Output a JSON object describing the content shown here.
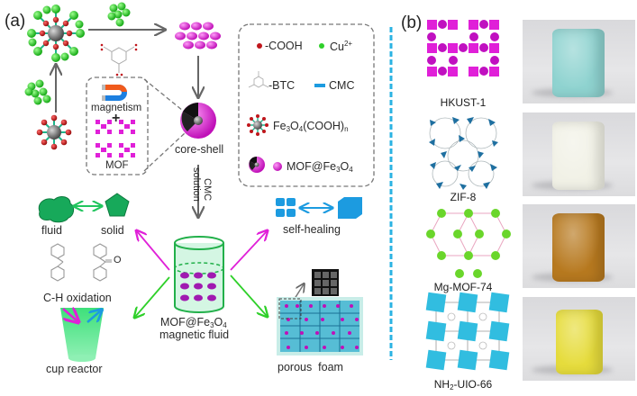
{
  "panel_a": {
    "tag": "(a)",
    "labels": {
      "magnetism": "magnetism",
      "plus": "+",
      "mof": "MOF",
      "core_shell": "core-shell",
      "cmc_solution_line1": "CMC",
      "cmc_solution_line2": "solution",
      "fluid": "fluid",
      "solid": "solid",
      "ch_oxidation": "C-H oxidation",
      "cup_reactor": "cup reactor",
      "magnetic_fluid_line1": "MOF@Fe3O4",
      "magnetic_fluid_line2": "magnetic fluid",
      "self_healing": "self-healing",
      "porous_foam": "porous  foam",
      "carbonyl_o": "O"
    },
    "legend": {
      "items": [
        {
          "symbol": "red-dot",
          "label": "-COOH"
        },
        {
          "symbol": "green-dot",
          "label": "Cu2+"
        },
        {
          "symbol": "btc-molecule",
          "label": "-BTC"
        },
        {
          "symbol": "blue-bar",
          "label": "CMC"
        },
        {
          "symbol": "fe3o4-cooh-particle",
          "label": "Fe3O4(COOH)n"
        },
        {
          "symbol": "core-shell-sphere",
          "label": "MOF@Fe3O4"
        }
      ]
    }
  },
  "panel_b": {
    "tag": "(b)",
    "mofs": [
      {
        "name": "HKUST-1",
        "foam_color": "#8fd3d0"
      },
      {
        "name": "ZIF-8",
        "foam_color": "#f1f1e6"
      },
      {
        "name": "Mg-MOF-74",
        "foam_color": "#b7791f"
      },
      {
        "name": "NH2-UIO-66",
        "foam_color": "#e6dc3c"
      }
    ]
  },
  "colors": {
    "magenta": "#e020d8",
    "green": "#22c55e",
    "cmc_blue": "#1c9be0",
    "divider": "#2bb3e3",
    "cooh_red": "#c0161c",
    "cu_green": "#2fd02a",
    "arrow_gray": "#666666"
  }
}
